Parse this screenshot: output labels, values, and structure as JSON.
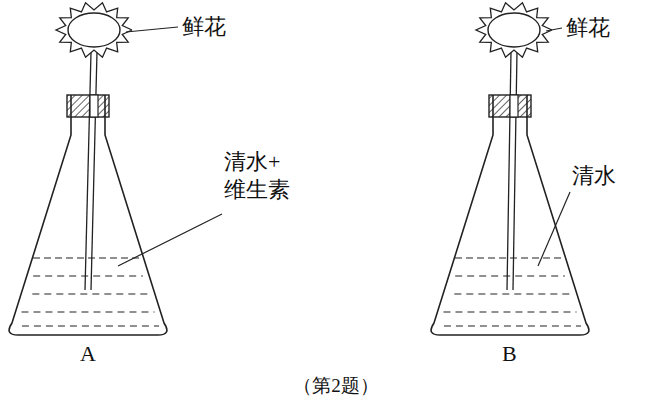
{
  "diagram": {
    "caption": "（第2题）",
    "labels": [
      "鲜花",
      "清水+ 维生素",
      "A",
      "鲜花",
      "清水",
      "B"
    ]
  }
}
